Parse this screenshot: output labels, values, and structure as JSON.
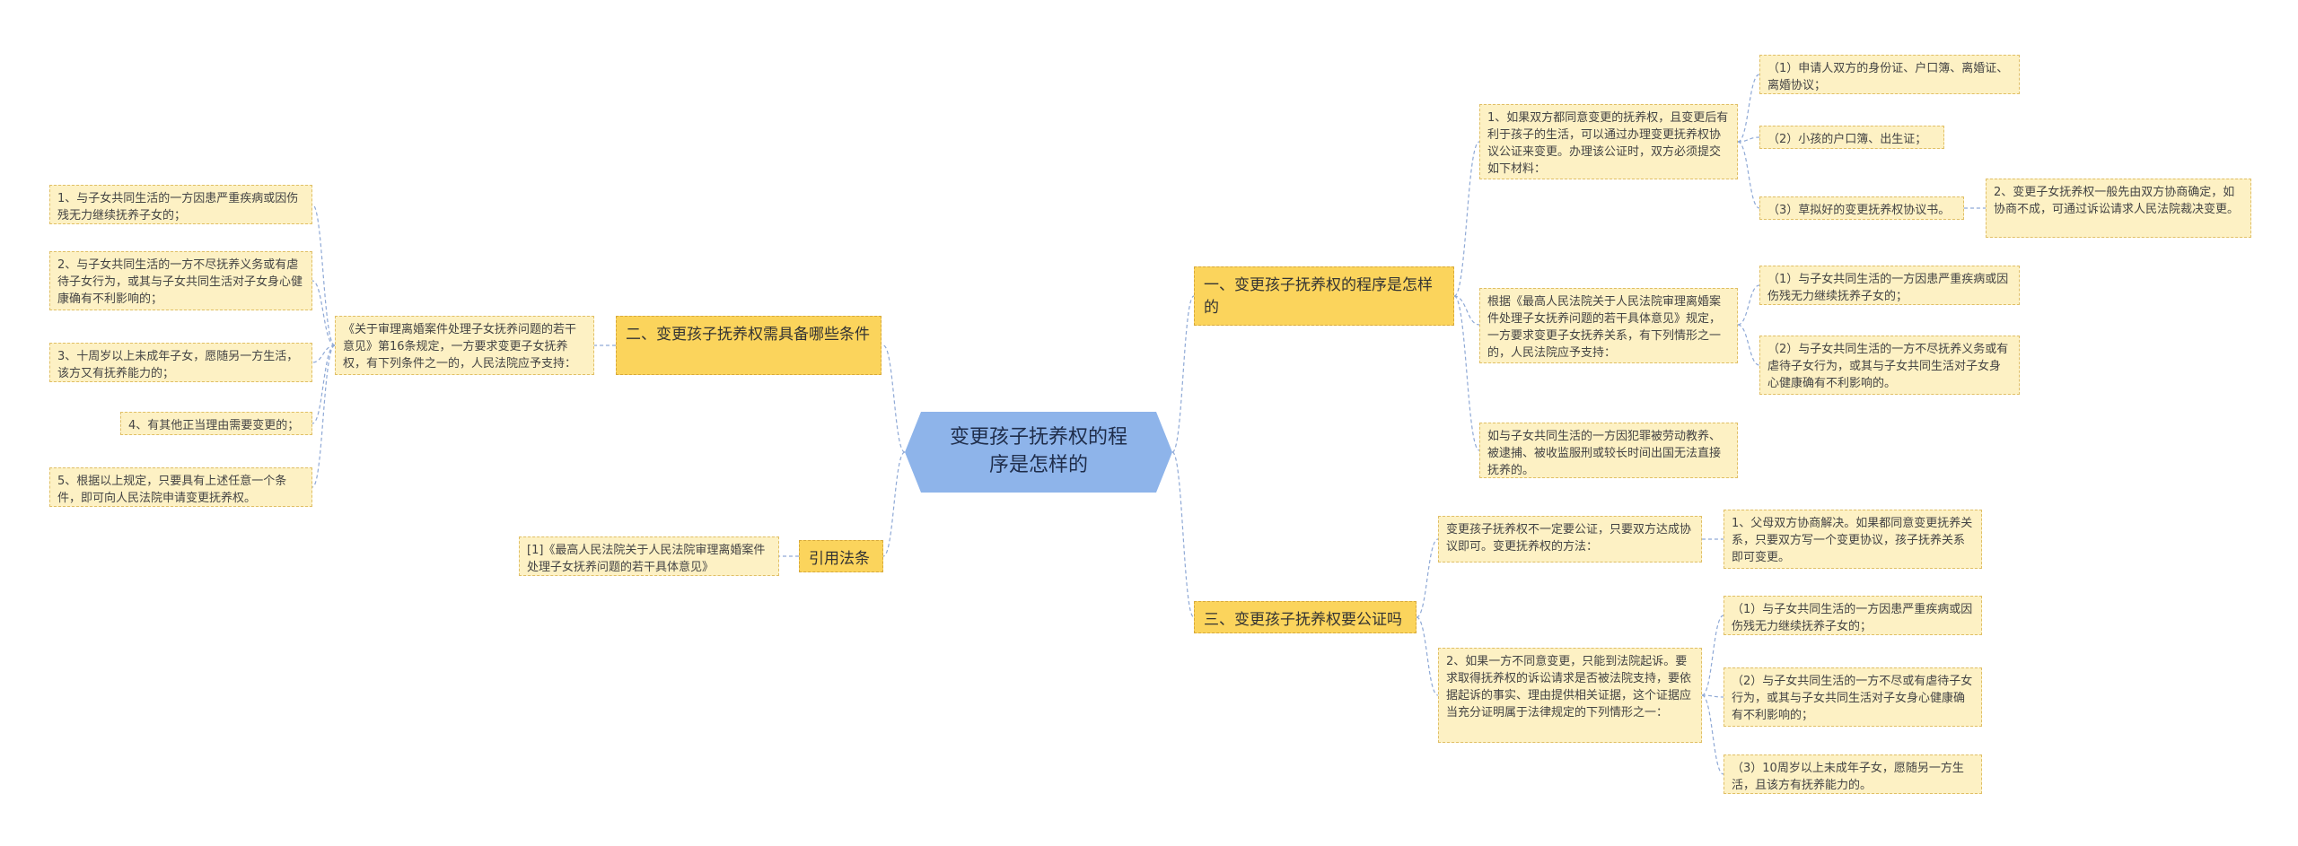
{
  "root": {
    "text": "变更孩子抚养权的程序是怎样的"
  },
  "branches": {
    "b1": {
      "title": "一、变更孩子抚养权的程序是怎样的",
      "n1": "1、如果双方都同意变更的抚养权，且变更后有利于孩子的生活，可以通过办理变更抚养权协议公证来变更。办理该公证时，双方必须提交如下材料：",
      "n1_children": [
        "（1）申请人双方的身份证、户口簿、离婚证、离婚协议；",
        "（2）小孩的户口簿、出生证；",
        "（3）草拟好的变更抚养权协议书。"
      ],
      "n1_c3_child": "2、变更子女抚养权一般先由双方协商确定，如协商不成，可通过诉讼请求人民法院裁决变更。",
      "n2": "根据《最高人民法院关于人民法院审理离婚案件处理子女抚养问题的若干具体意见》规定，一方要求变更子女抚养关系，有下列情形之一的，人民法院应予支持：",
      "n2_children": [
        "（1）与子女共同生活的一方因患严重疾病或因伤残无力继续抚养子女的；",
        "（2）与子女共同生活的一方不尽抚养义务或有虐待子女行为，或其与子女共同生活对子女身心健康确有不利影响的。"
      ],
      "n3": "如与子女共同生活的一方因犯罪被劳动教养、被逮捕、被收监服刑或较长时间出国无法直接抚养的。"
    },
    "b2": {
      "title": "二、变更孩子抚养权需具备哪些条件",
      "mid": "《关于审理离婚案件处理子女抚养问题的若干意见》第16条规定，一方要求变更子女抚养权，有下列条件之一的，人民法院应予支持：",
      "children": [
        "1、与子女共同生活的一方因患严重疾病或因伤残无力继续抚养子女的；",
        "2、与子女共同生活的一方不尽抚养义务或有虐待子女行为，或其与子女共同生活对子女身心健康确有不利影响的；",
        "3、十周岁以上未成年子女，愿随另一方生活，该方又有抚养能力的；",
        "4、有其他正当理由需要变更的；",
        "5、根据以上规定，只要具有上述任意一个条件，即可向人民法院申请变更抚养权。"
      ]
    },
    "b3": {
      "title": "三、变更孩子抚养权要公证吗",
      "n1": "变更孩子抚养权不一定要公证，只要双方达成协议即可。变更抚养权的方法：",
      "n1_child": "1、父母双方协商解决。如果都同意变更抚养关系，只要双方写一个变更协议，孩子抚养关系即可变更。",
      "n2": "2、如果一方不同意变更，只能到法院起诉。要求取得抚养权的诉讼请求是否被法院支持，要依据起诉的事实、理由提供相关证据，这个证据应当充分证明属于法律规定的下列情形之一：",
      "n2_children": [
        "（1）与子女共同生活的一方因患严重疾病或因伤残无力继续抚养子女的；",
        "（2）与子女共同生活的一方不尽或有虐待子女行为，或其与子女共同生活对子女身心健康确有不利影响的；",
        "（3）10周岁以上未成年子女，愿随另一方生活，且该方有抚养能力的。"
      ]
    },
    "b4": {
      "title": "引用法条",
      "child": "[1]《最高人民法院关于人民法院审理离婚案件处理子女抚养问题的若干具体意见》"
    }
  }
}
